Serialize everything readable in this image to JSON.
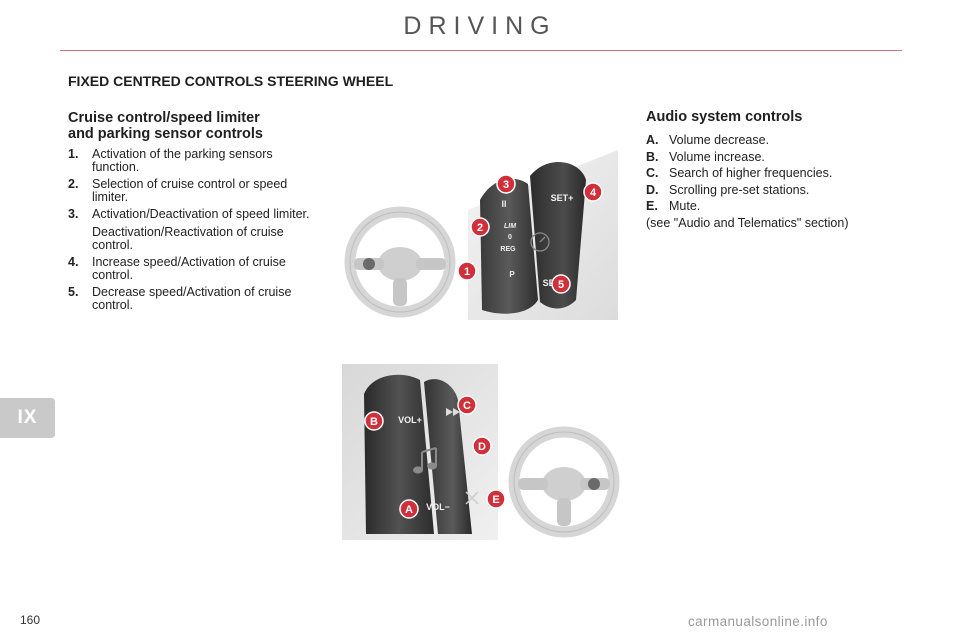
{
  "header": {
    "title": "DRIVING"
  },
  "chapter_tab": {
    "label": "IX"
  },
  "section_title": "FIXED CENTRED CONTROLS STEERING WHEEL",
  "cruise": {
    "heading_line1": "Cruise control/speed limiter",
    "heading_line2": "and parking sensor controls",
    "items": [
      {
        "num": "1.",
        "text": "Activation of the parking sensors function."
      },
      {
        "num": "2.",
        "text": "Selection of cruise control or speed limiter."
      },
      {
        "num": "3.",
        "text": "Activation/Deactivation of speed limiter.",
        "sub": "Deactivation/Reactivation of cruise control."
      },
      {
        "num": "4.",
        "text": "Increase speed/Activation of cruise control."
      },
      {
        "num": "5.",
        "text": "Decrease speed/Activation of cruise control."
      }
    ]
  },
  "audio": {
    "heading": "Audio system controls",
    "items": [
      {
        "num": "A.",
        "text": "Volume decrease."
      },
      {
        "num": "B.",
        "text": "Volume increase."
      },
      {
        "num": "C.",
        "text": "Search of higher frequencies."
      },
      {
        "num": "D.",
        "text": "Scrolling pre-set stations."
      },
      {
        "num": "E.",
        "text": "Mute."
      }
    ],
    "note": "(see \"Audio and Telematics\" section)"
  },
  "figure1": {
    "callouts": [
      "1",
      "2",
      "3",
      "4",
      "5"
    ],
    "labels": {
      "set_plus": "SET+",
      "set_minus": "SET−",
      "pause": "II",
      "lim": "LIM",
      "zero": "0",
      "reg": "REG",
      "park": "P"
    }
  },
  "figure2": {
    "callouts": [
      "A",
      "B",
      "C",
      "D",
      "E"
    ],
    "labels": {
      "vol_plus": "VOL+",
      "vol_minus": "VOL−"
    }
  },
  "footer": {
    "page_number": "160",
    "watermark": "carmanualsonline.info"
  },
  "colors": {
    "accent_rule": "#d07080",
    "callout": "#d0303a",
    "tab": "#c9c9c9"
  }
}
